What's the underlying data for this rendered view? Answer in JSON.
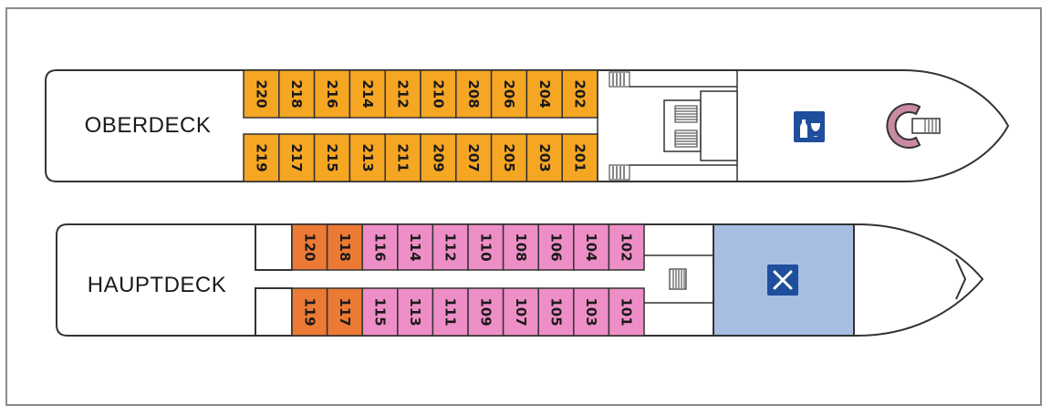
{
  "decks": {
    "upper": {
      "name": "OBERDECK",
      "top_row": [
        "220",
        "218",
        "216",
        "214",
        "212",
        "210",
        "208",
        "206",
        "204",
        "202"
      ],
      "bottom_row": [
        "219",
        "217",
        "215",
        "213",
        "211",
        "209",
        "207",
        "205",
        "203",
        "201"
      ],
      "cabin_color": "#f5a623",
      "icons": [
        "bar-icon",
        "sun-deck-icon"
      ]
    },
    "main": {
      "name": "HAUPTDECK",
      "top_row": [
        "120",
        "118",
        "116",
        "114",
        "112",
        "110",
        "108",
        "106",
        "104",
        "102"
      ],
      "bottom_row": [
        "119",
        "117",
        "115",
        "113",
        "111",
        "109",
        "107",
        "105",
        "103",
        "101"
      ],
      "suite_color": "#ec7a35",
      "cabin_color": "#ee8ec6",
      "restaurant_color": "#a7bde2",
      "icons": [
        "restaurant-icon"
      ]
    }
  },
  "colors": {
    "icon_blue": "#1f4e9c",
    "outline": "#333333",
    "sun_deck_ring": "#c98aa3"
  }
}
